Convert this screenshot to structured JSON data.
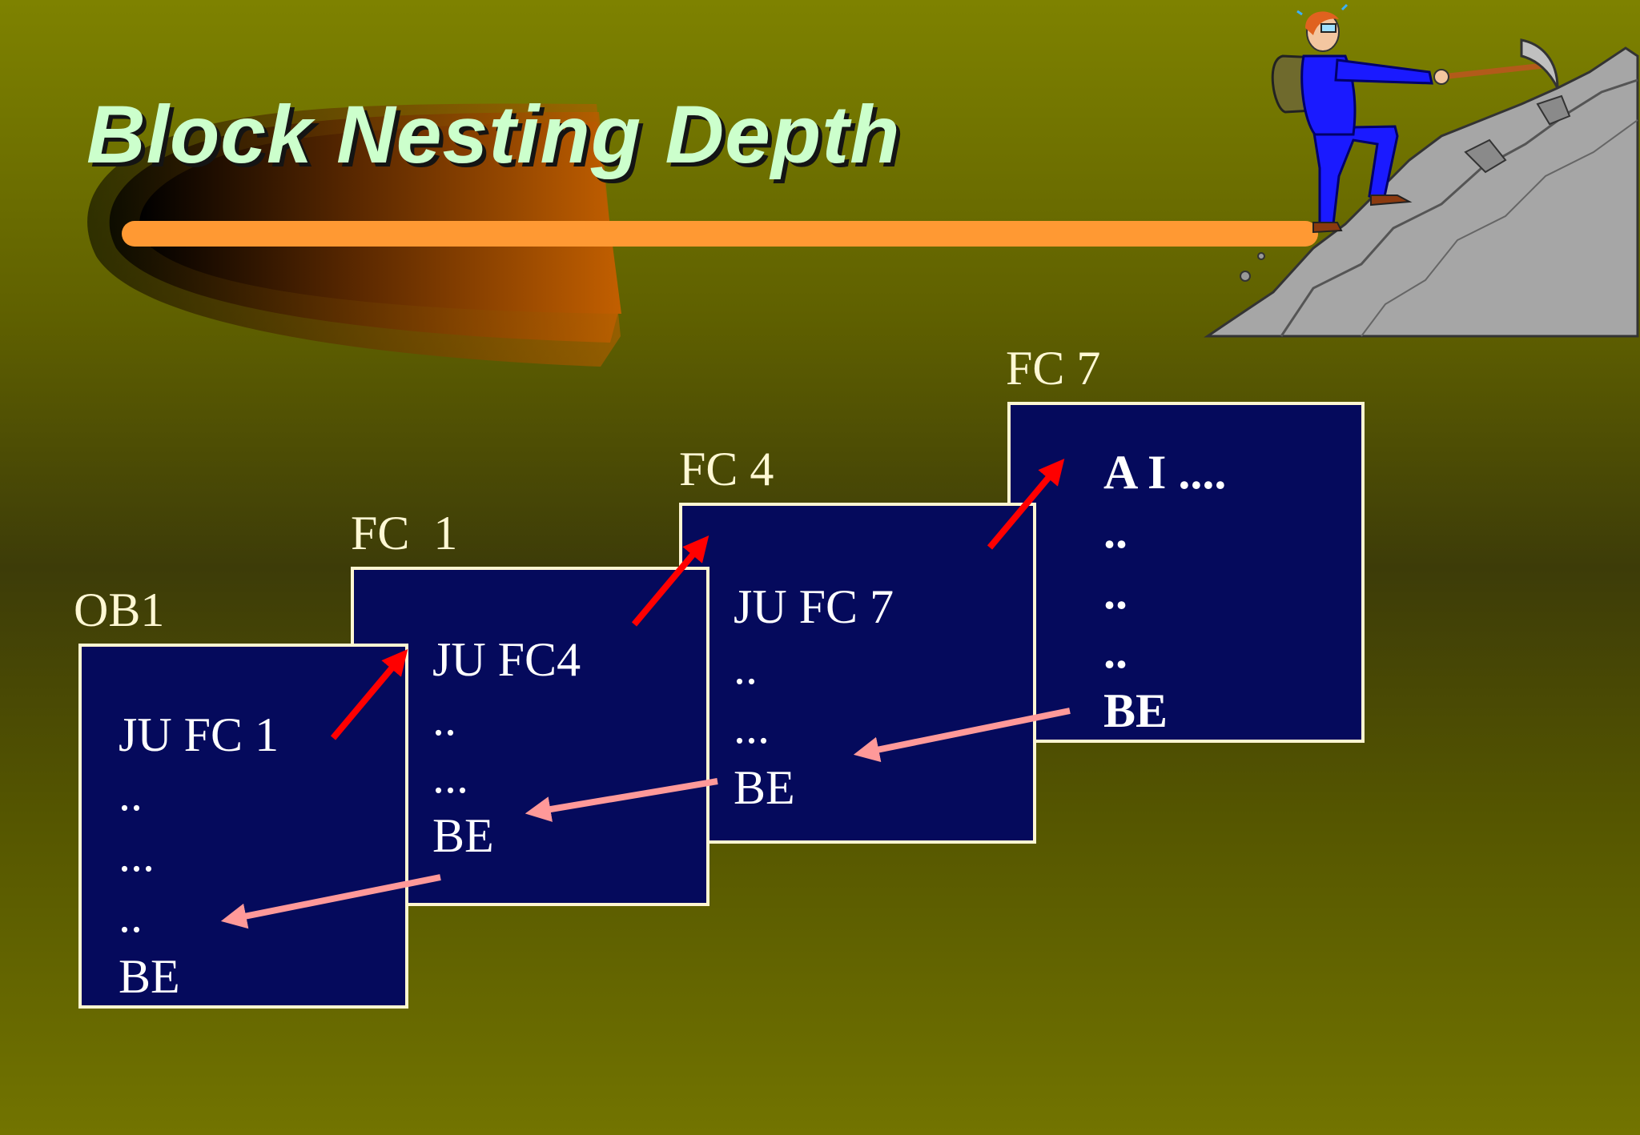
{
  "title": "Block Nesting Depth",
  "blocks": [
    {
      "label": "OB1",
      "lines": [
        "JU FC 1",
        "..",
        "...",
        "..",
        "BE"
      ]
    },
    {
      "label": "FC  1",
      "lines": [
        "JU FC4",
        "..",
        "...",
        "BE"
      ]
    },
    {
      "label": "FC 4",
      "lines": [
        "JU FC 7",
        "..",
        "...",
        "BE"
      ]
    },
    {
      "label": "FC 7",
      "lines": [
        "A I ....",
        "..",
        "..",
        "..",
        "BE"
      ]
    }
  ],
  "colors": {
    "call_arrow": "#ff0000",
    "return_arrow": "#ff9999",
    "block_fill": "#050a5c",
    "title": "#ccffcc",
    "bar": "#ff9933"
  },
  "icons": [
    "mountain-climber-icon"
  ]
}
